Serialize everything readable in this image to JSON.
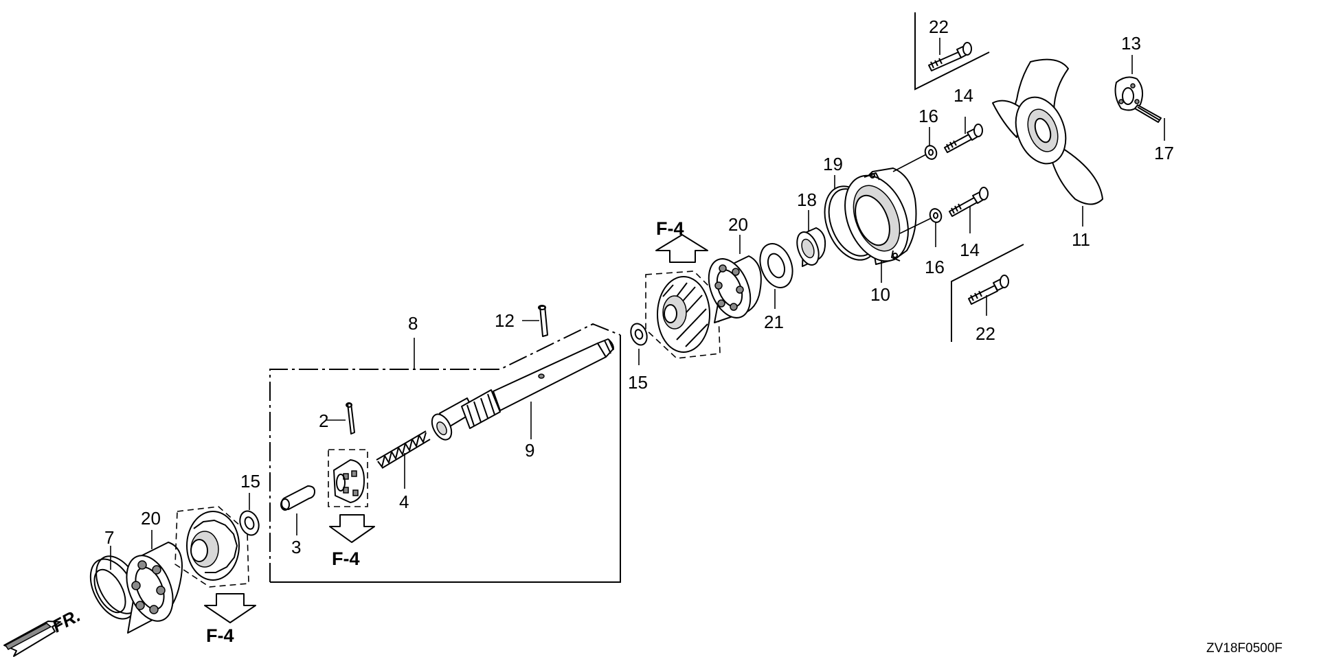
{
  "diagram_code": "ZV18F0500F",
  "direction_label": "FR.",
  "reference_labels": {
    "upper": "F-4",
    "middle": "F-4",
    "lower": "F-4"
  },
  "callouts": {
    "n2": "2",
    "n3": "3",
    "n4": "4",
    "n7": "7",
    "n8": "8",
    "n9": "9",
    "n10": "10",
    "n11": "11",
    "n12": "12",
    "n13": "13",
    "n14a": "14",
    "n14b": "14",
    "n15a": "15",
    "n15b": "15",
    "n16a": "16",
    "n16b": "16",
    "n17": "17",
    "n18": "18",
    "n19": "19",
    "n20a": "20",
    "n20b": "20",
    "n21": "21",
    "n22a": "22",
    "n22b": "22"
  },
  "colors": {
    "line": "#000000",
    "background": "#ffffff",
    "part_shading": "#d8d8d8"
  }
}
